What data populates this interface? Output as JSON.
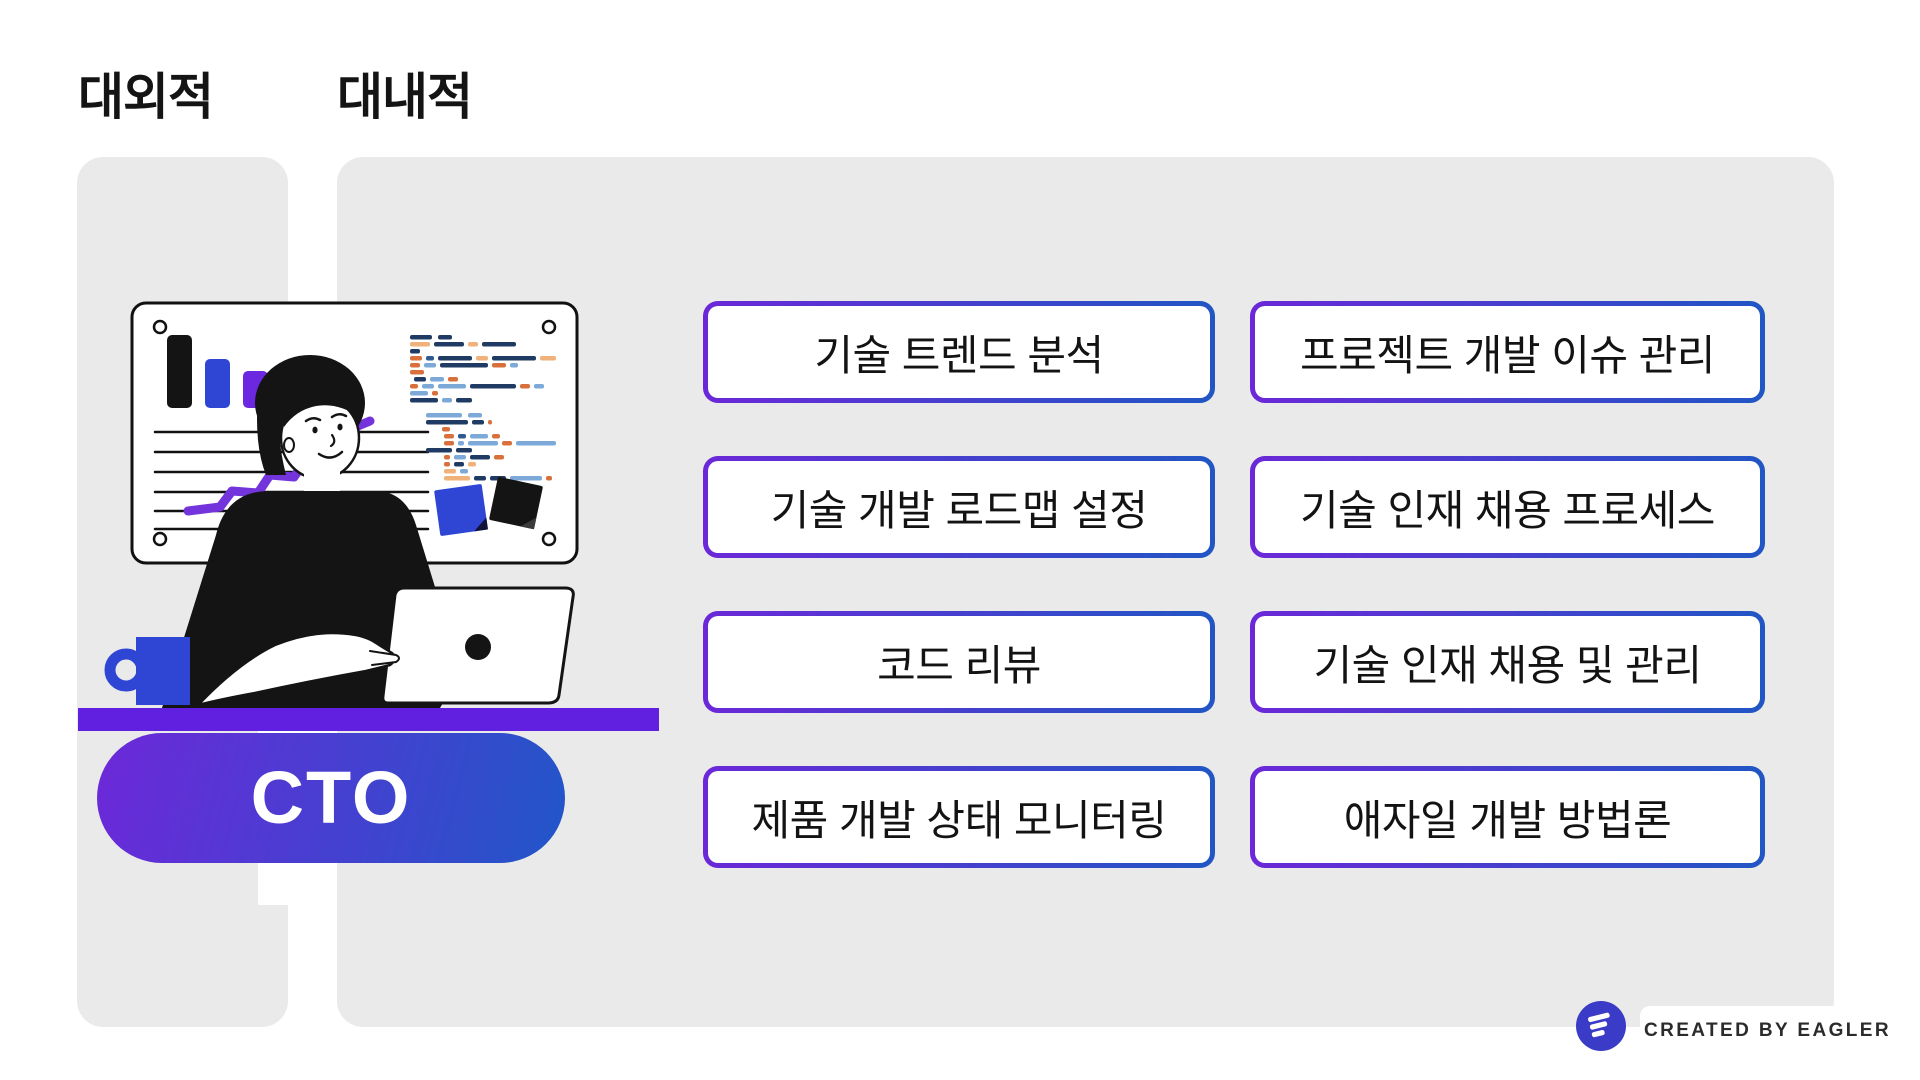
{
  "titles": {
    "external": "대외적",
    "internal": "대내적"
  },
  "badge": {
    "label": "CTO"
  },
  "boxes": [
    "기술 트렌드 분석",
    "프로젝트 개발 이슈 관리",
    "기술 개발 로드맵 설정",
    "기술 인재 채용 프로세스",
    "코드 리뷰",
    "기술 인재 채용 및 관리",
    "제품 개발 상태 모니터링",
    "애자일 개발 방법론"
  ],
  "footer": {
    "credit": "CREATED BY EAGLER",
    "logo_icon": "eagler-logo"
  },
  "colors": {
    "panel_gray": "#eaeaea",
    "border_gradient_start": "#6b28d8",
    "border_gradient_end": "#2156c4",
    "badge_gradient_start": "#6d28d9",
    "badge_gradient_end": "#2156c8",
    "desk_purple": "#611fe0",
    "mug_blue": "#2f45d4",
    "trend_purple": "#7434db",
    "logo_indigo": "#3a3bc6"
  }
}
